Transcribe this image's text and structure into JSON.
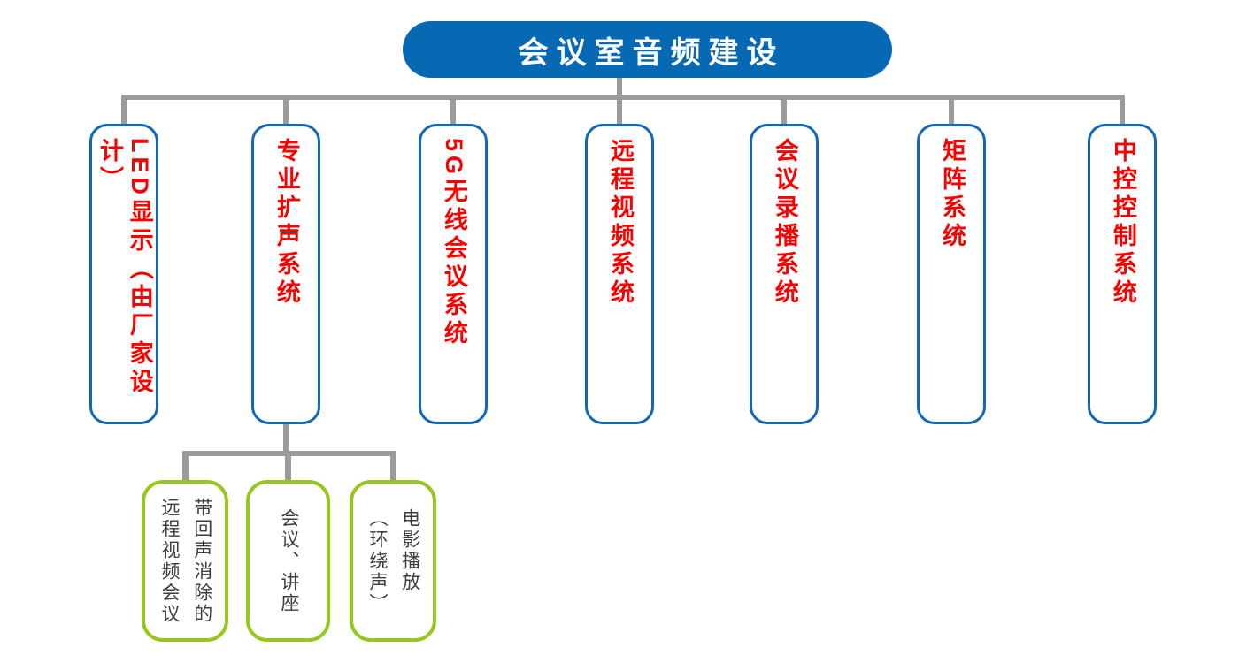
{
  "title": "会议室音频建设",
  "colors": {
    "title_bg": "#0768b4",
    "node_border": "#1268b5",
    "node_text": "#fb0000",
    "child_border": "#97c71e",
    "child_text": "#3d3d3d",
    "connector": "#9b9b9b"
  },
  "level1": [
    {
      "label": "LED显示（由厂家设计）"
    },
    {
      "label": "专业扩声系统"
    },
    {
      "label": "5G无线会议系统"
    },
    {
      "label": "远程视频系统"
    },
    {
      "label": "会议录播系统"
    },
    {
      "label": "矩阵系统"
    },
    {
      "label": "中控控制系统"
    }
  ],
  "level2": [
    {
      "label": "带回声消除的\n远程视频会议"
    },
    {
      "label": "会议、讲座"
    },
    {
      "label": "电影播放\n（环绕声）"
    }
  ]
}
